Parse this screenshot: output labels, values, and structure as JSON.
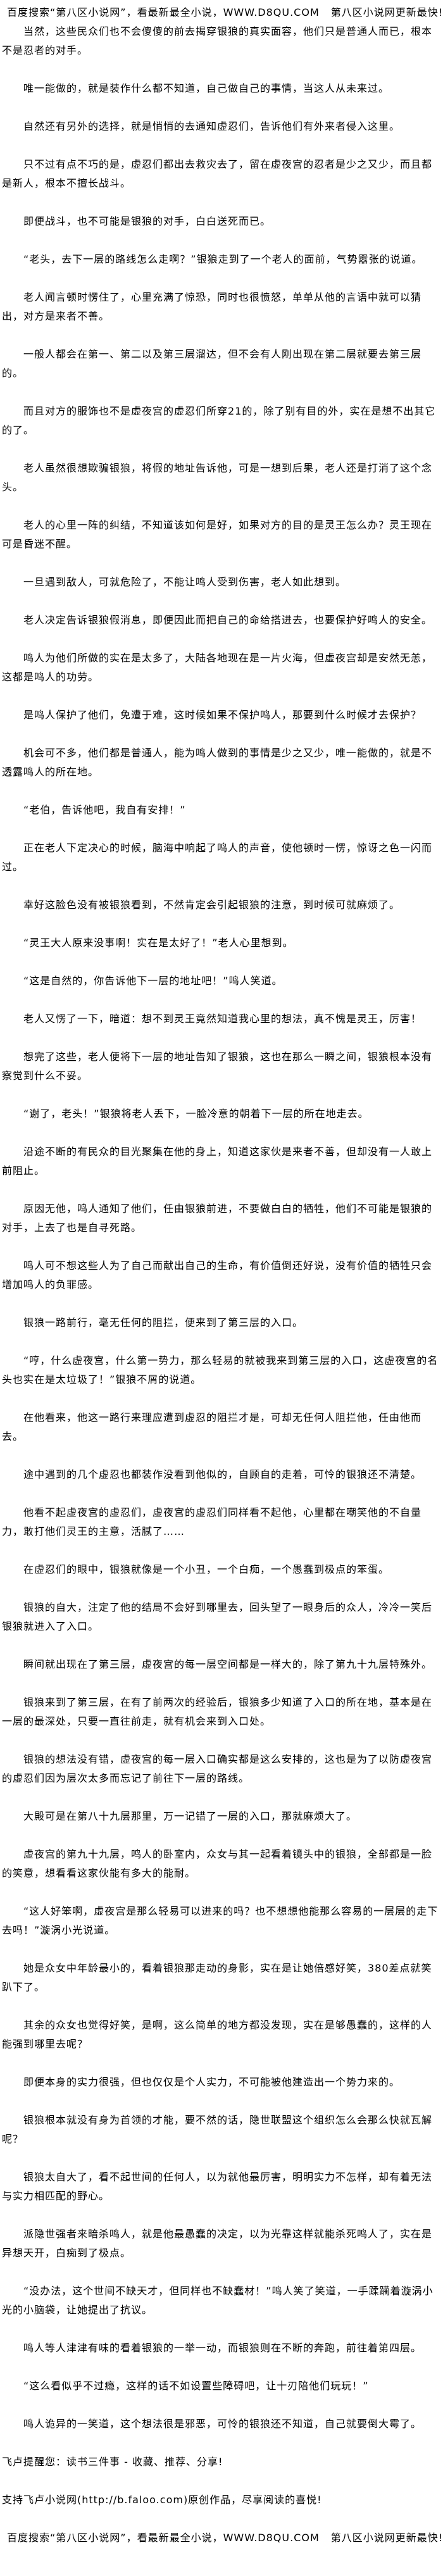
{
  "header_ad": {
    "part1": "百度搜索“第八区小说网”，看最新最全小说，WWW.D8QU.COM",
    "part2": "第八区小说网更新最快!"
  },
  "paragraphs": [
    "当然，这些民众们也不会傻傻的前去揭穿银狼的真实面容，他们只是普通人而已，根本不是忍者的对手。",
    "唯一能做的，就是装作什么都不知道，自己做自己的事情，当这人从未来过。",
    "自然还有另外的选择，就是悄悄的去通知虚忍们，告诉他们有外来者侵入这里。",
    "只不过有点不巧的是，虚忍们都出去救灾去了，留在虚夜宫的忍者是少之又少，而且都是新人，根本不擅长战斗。",
    "即便战斗，也不可能是银狼的对手，白白送死而已。",
    "“老头，去下一层的路线怎么走啊？”银狼走到了一个老人的面前，气势嚣张的说道。",
    "老人闻言顿时愣住了，心里充满了惊恐，同时也很愤怒，单单从他的言语中就可以猜出，对方是来者不善。",
    "一般人都会在第一、第二以及第三层溜达，但不会有人刚出现在第二层就要去第三层的。",
    "而且对方的服饰也不是虚夜宫的虚忍们所穿21的，除了别有目的外，实在是想不出其它的了。",
    "老人虽然很想欺骗银狼，将假的地址告诉他，可是一想到后果，老人还是打消了这个念头。",
    "老人的心里一阵的纠结，不知道该如何是好，如果对方的目的是灵王怎么办？灵王现在可是昏迷不醒。",
    "一旦遇到敌人，可就危险了，不能让鸣人受到伤害，老人如此想到。",
    "老人决定告诉银狼假消息，即便因此而把自己的命给搭进去，也要保护好鸣人的安全。",
    "鸣人为他们所做的实在是太多了，大陆各地现在是一片火海，但虚夜宫却是安然无恙，这都是鸣人的功劳。",
    "是鸣人保护了他们，免遭于难，这时候如果不保护鸣人，那要到什么时候才去保护？",
    "机会可不多，他们都是普通人，能为鸣人做到的事情是少之又少，唯一能做的，就是不透露鸣人的所在地。",
    "“老伯，告诉他吧，我自有安排！”",
    "正在老人下定决心的时候，脑海中响起了鸣人的声音，使他顿时一愣，惊讶之色一闪而过。",
    "幸好这脸色没有被银狼看到，不然肯定会引起银狼的注意，到时候可就麻烦了。",
    "“灵王大人原来没事啊！实在是太好了！”老人心里想到。",
    "“这是自然的，你告诉他下一层的地址吧！”鸣人笑道。",
    "老人又愣了一下，暗道：想不到灵王竟然知道我心里的想法，真不愧是灵王，厉害！",
    "想完了这些，老人便将下一层的地址告知了银狼，这也在那么一瞬之间，银狼根本没有察觉到什么不妥。",
    "“谢了，老头！”银狼将老人丢下，一脸冷意的朝着下一层的所在地走去。",
    "沿途不断的有民众的目光聚集在他的身上，知道这家伙是来者不善，但却没有一人敢上前阻止。",
    "原因无他，鸣人通知了他们，任由银狼前进，不要做白白的牺牲，他们不可能是银狼的对手，上去了也是自寻死路。",
    "鸣人可不想这些人为了自己而献出自己的生命，有价值倒还好说，没有价值的牺牲只会增加鸣人的负罪感。",
    "银狼一路前行，毫无任何的阻拦，便来到了第三层的入口。",
    "“哼，什么虚夜宫，什么第一势力，那么轻易的就被我来到第三层的入口，这虚夜宫的名头也实在是太垃圾了！”银狼不屑的说道。",
    "在他看来，他这一路行来理应遭到虚忍的阻拦才是，可却无任何人阻拦他，任由他而去。",
    "途中遇到的几个虚忍也都装作没看到他似的，自顾自的走着，可怜的银狼还不清楚。",
    "他看不起虚夜宫的虚忍们，虚夜宫的虚忍们同样看不起他，心里都在嘲笑他的不自量力，敢打他们灵王的主意，活腻了……",
    "在虚忍们的眼中，银狼就像是一个小丑，一个白痴，一个愚蠢到极点的笨蛋。",
    "银狼的自大，注定了他的结局不会好到哪里去，回头望了一眼身后的众人，冷冷一笑后银狼就进入了入口。",
    "瞬间就出现在了第三层，虚夜宫的每一层空间都是一样大的，除了第九十九层特殊外。",
    "银狼来到了第三层，在有了前两次的经验后，银狼多少知道了入口的所在地，基本是在一层的最深处，只要一直往前走，就有机会来到入口处。",
    "银狼的想法没有错，虚夜宫的每一层入口确实都是这么安排的，这也是为了以防虚夜宫的虚忍们因为层次太多而忘记了前往下一层的路线。",
    "大殿可是在第八十九层那里，万一记错了一层的入口，那就麻烦大了。",
    "虚夜宫的第九十九层，鸣人的卧室内，众女与其一起看着镜头中的银狼，全部都是一脸的笑意，想看看这家伙能有多大的能耐。",
    "“这人好笨啊，虚夜宫是那么轻易可以进来的吗？也不想想他能那么容易的一层层的走下去吗！”漩涡小光说道。",
    "她是众女中年龄最小的，看着银狼那走动的身影，实在是让她倍感好笑，380差点就笑趴下了。",
    "其余的众女也觉得好笑，是啊，这么简单的地方都没发现，实在是够愚蠢的，这样的人能强到哪里去呢？",
    "即便本身的实力很强，但也仅仅是个人实力，不可能被他建造出一个势力来的。",
    "银狼根本就没有身为首领的才能，要不然的话，隐世联盟这个组织怎么会那么快就瓦解呢？",
    "银狼太自大了，看不起世间的任何人，以为就他最厉害，明明实力不怎样，却有着无法与实力相匹配的野心。",
    "派隐世强者来暗杀鸣人，就是他最愚蠢的决定，以为光靠这样就能杀死鸣人了，实在是异想天开，白痴到了极点。",
    "“没办法，这个世间不缺天才，但同样也不缺蠢材！”鸣人笑了笑道，一手蹂躏着漩涡小光的小脑袋，让她提出了抗议。",
    "鸣人等人津津有味的看着银狼的一举一动，而银狼则在不断的奔跑，前往着第四层。",
    "“这么看似乎不过瘾，这样的话不如设置些障碍吧，让十刃陪他们玩玩！”",
    "鸣人诡异的一笑道，这个想法很是邪恶，可怜的银狼还不知道，自己就要倒大霉了。"
  ],
  "footer": {
    "reminder": "飞卢提醒您：读书三件事 - 收藏、推荐、分享!",
    "support": "支持飞卢小说网(http://b.faloo.com)原创作品，尽享阅读的喜悦!",
    "ad_part1": "百度搜索“第八区小说网”，看最新最全小说，WWW.D8QU.COM",
    "ad_part2": "第八区小说网更新最快!"
  }
}
